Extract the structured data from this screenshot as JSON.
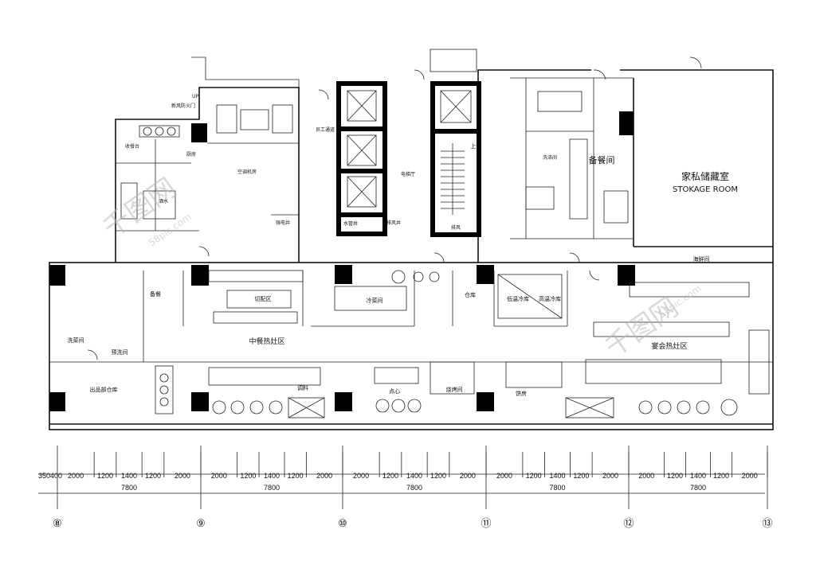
{
  "rooms": {
    "storage_room_cn": "家私储藏室",
    "storage_room_en": "STOKAGE ROOM",
    "prep_room": "备餐间",
    "chinese_hot_kitchen": "中餐热灶区",
    "banquet_hot_kitchen": "宴会热灶区",
    "product_store": "出品部仓库",
    "seafood_room": "海鲜间",
    "wash_room": "洗涤间",
    "ac_room": "空调机房",
    "staff_corridor": "员工通道",
    "elevator_hall": "电梯厅",
    "water_shaft": "水管井",
    "power_shaft": "强电井",
    "fresh_air_door": "新风防火门",
    "cold_room": "低温冷库",
    "freezer": "高温冷库",
    "warehouse": "仓库",
    "bakery": "饼房",
    "roast_room": "烧烤间",
    "cold_dish": "冷菜间",
    "dim_sum": "点心",
    "seasoning": "调料",
    "kitchen_office": "厨房",
    "receiving": "收餐台",
    "washing_area": "洗菜间",
    "pre_wash": "预洗间",
    "prep_small": "备餐",
    "cutting": "切配区",
    "wine": "酒水",
    "exhaust": "排风井",
    "smoke_exhaust": "排风",
    "up": "UP",
    "up_cn": "上"
  },
  "dimensions": {
    "first_bay_prefix": "350400",
    "segments": [
      "2000",
      "1200",
      "1400",
      "1200",
      "2000"
    ],
    "bay_totals": [
      "7800",
      "7800",
      "7800",
      "7800",
      "7800"
    ]
  },
  "axes": [
    "⑧",
    "⑨",
    "⑩",
    "⑪",
    "⑫",
    "⑬"
  ],
  "watermark": {
    "brand": "千图网",
    "url": "58pic.com"
  }
}
